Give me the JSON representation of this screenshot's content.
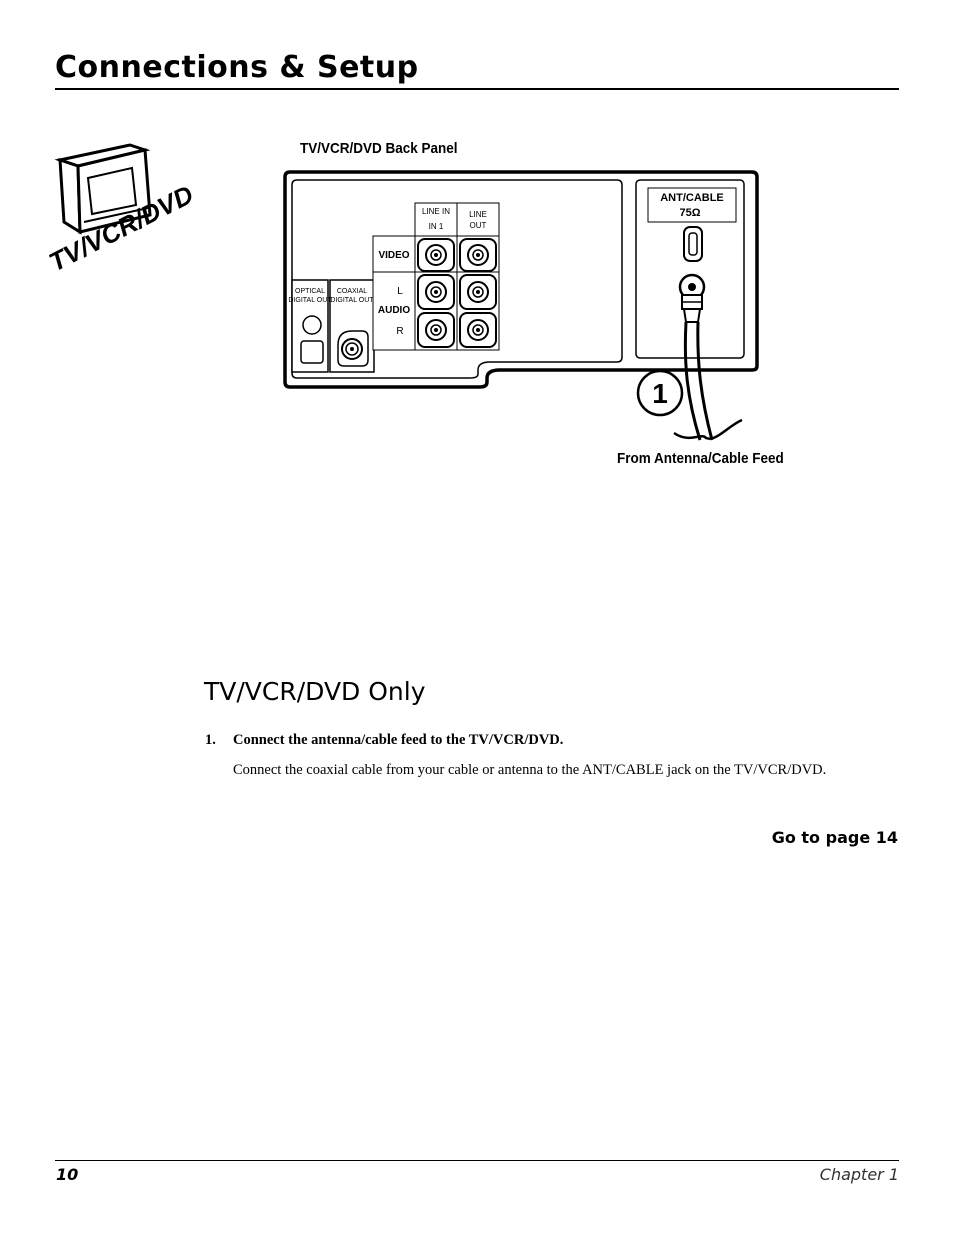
{
  "header": {
    "title": "Connections & Setup"
  },
  "side_tab": {
    "label": "TV/VCR/DVD"
  },
  "diagram": {
    "caption": "TV/VCR/DVD Back Panel",
    "feed_caption": "From Antenna/Cable Feed",
    "callout_number": "1",
    "labels": {
      "line_in": "LINE IN",
      "in1": "IN 1",
      "line_out_1": "LINE",
      "line_out_2": "OUT",
      "video": "VIDEO",
      "audio": "AUDIO",
      "left": "L",
      "right": "R",
      "optical_1": "OPTICAL",
      "optical_2": "DIGITAL OUT",
      "coaxial_1": "COAXIAL",
      "coaxial_2": "DIGITAL OUT",
      "ant_cable_1": "ANT/CABLE",
      "ant_cable_2": "75Ω"
    }
  },
  "section": {
    "heading": "TV/VCR/DVD Only",
    "step_number": "1.",
    "step_title": "Connect the antenna/cable feed to the TV/VCR/DVD.",
    "step_body": "Connect the coaxial cable from your cable or antenna to the ANT/CABLE jack on the TV/VCR/DVD.",
    "go_to": "Go to page 14"
  },
  "footer": {
    "page_number": "10",
    "chapter": "Chapter 1"
  }
}
